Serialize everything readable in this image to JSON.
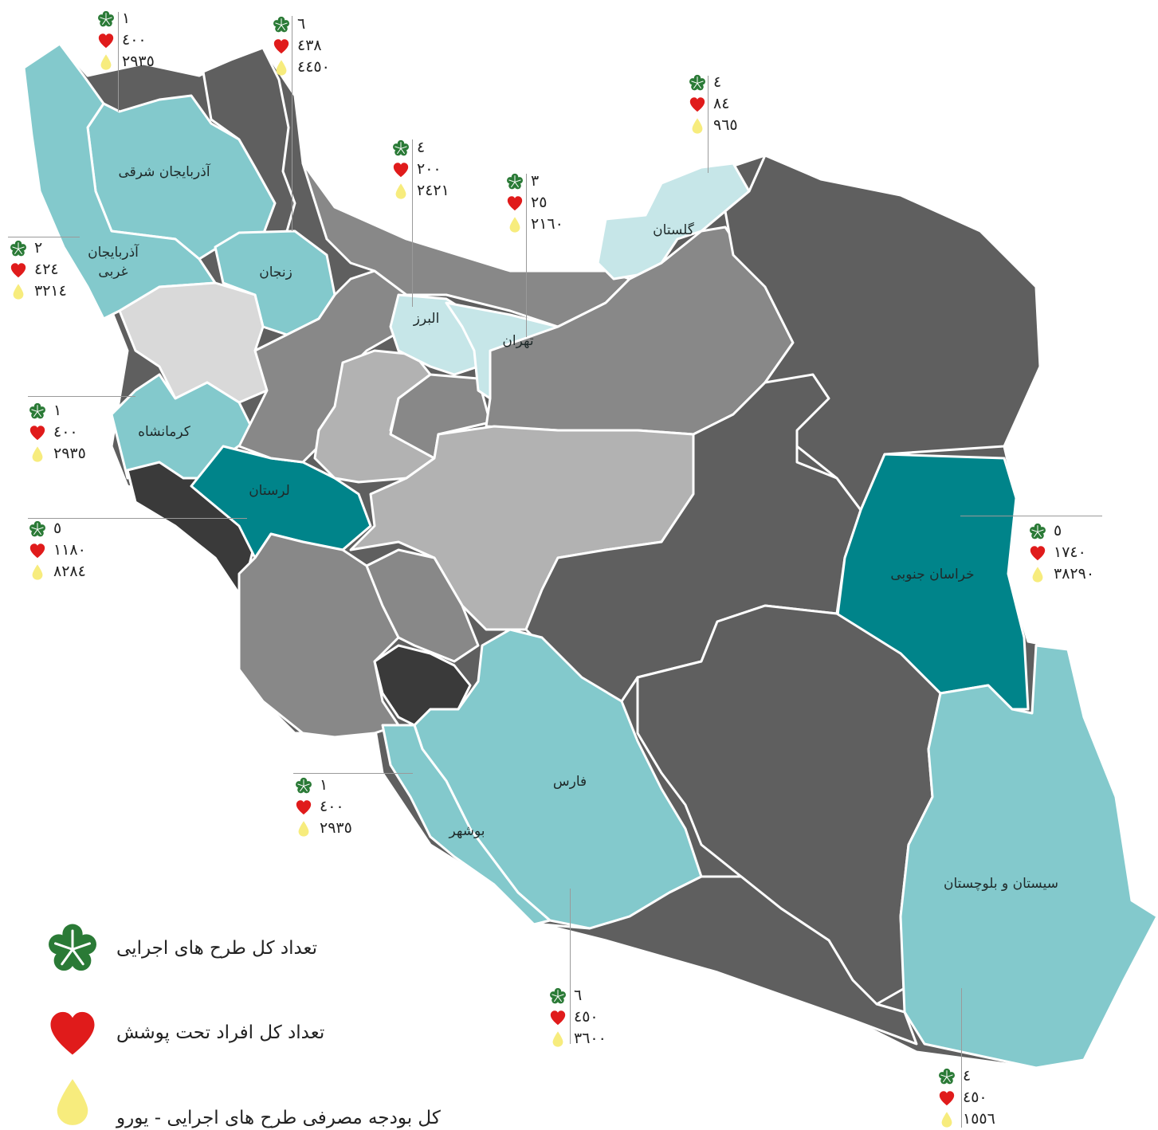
{
  "colors": {
    "teal_light": "#83c9cc",
    "teal_pale": "#c6e6e8",
    "teal_dark": "#00848a",
    "gray_light": "#d9d9d9",
    "gray_mid": "#b2b2b2",
    "gray": "#888888",
    "gray_dark": "#5f5f5f",
    "gray_darkest": "#3a3a3a",
    "clover": "#2a7a36",
    "heart": "#e01b1b",
    "drop": "#f7ec7d"
  },
  "provinces": {
    "east_azerbaijan": "آذربایجان شرقی",
    "west_azerbaijan": "آذربایجان غربی",
    "zanjan": "زنجان",
    "alborz": "البرز",
    "tehran": "تهران",
    "golestan": "گلستان",
    "kermanshah": "کرمانشاه",
    "lorestan": "لرستان",
    "south_khorasan": "خراسان جنوبی",
    "fars": "فارس",
    "bushehr": "بوشهر",
    "sistan": "سیستان و بلوچستان"
  },
  "stats": [
    {
      "id": "east_azerbaijan",
      "projects": "١",
      "people": "٤٠٠",
      "budget": "٢٩٣٥"
    },
    {
      "id": "ardabil",
      "projects": "٦",
      "people": "٤٣٨",
      "budget": "٤٤٥٠"
    },
    {
      "id": "golestan",
      "projects": "٤",
      "people": "٨٤",
      "budget": "٩٦٥"
    },
    {
      "id": "alborz",
      "projects": "٤",
      "people": "٢٠٠",
      "budget": "٢٤٢١"
    },
    {
      "id": "tehran",
      "projects": "٣",
      "people": "٢٥",
      "budget": "٢١٦٠"
    },
    {
      "id": "west_azerbaijan",
      "projects": "٢",
      "people": "٤٢٤",
      "budget": "٣٢١٤"
    },
    {
      "id": "kermanshah",
      "projects": "١",
      "people": "٤٠٠",
      "budget": "٢٩٣٥"
    },
    {
      "id": "lorestan",
      "projects": "٥",
      "people": "١١٨٠",
      "budget": "٨٢٨٤"
    },
    {
      "id": "south_khorasan",
      "projects": "٥",
      "people": "١٧٤٠",
      "budget": "٣٨٢٩٠"
    },
    {
      "id": "bushehr",
      "projects": "١",
      "people": "٤٠٠",
      "budget": "٢٩٣٥"
    },
    {
      "id": "fars",
      "projects": "٦",
      "people": "٤٥٠",
      "budget": "٣٦٠٠"
    },
    {
      "id": "sistan",
      "projects": "٤",
      "people": "٤٥٠",
      "budget": "١٥٥٦"
    }
  ],
  "legend": {
    "projects": "تعداد کل طرح های اجرایی",
    "people": "تعداد کل افراد تحت پوشش",
    "budget": "کل بودجه مصرفی طرح های اجرایی - یورو"
  }
}
